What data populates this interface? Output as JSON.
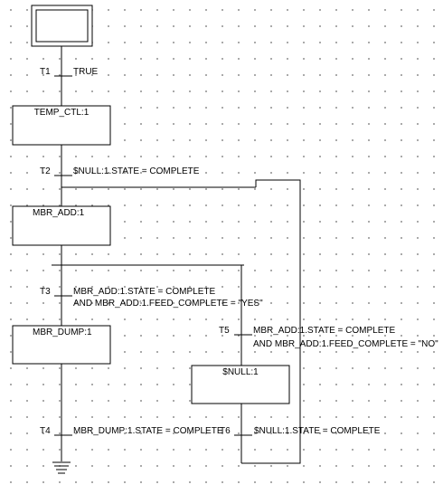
{
  "initial_step": {
    "label": ""
  },
  "steps": [
    {
      "id": "temp_ctl",
      "label": "TEMP_CTL:1"
    },
    {
      "id": "mbr_add",
      "label": "MBR_ADD:1"
    },
    {
      "id": "mbr_dump",
      "label": "MBR_DUMP:1"
    },
    {
      "id": "null_step",
      "label": "$NULL:1"
    }
  ],
  "transitions": [
    {
      "id": "t1",
      "name": "T1",
      "condition": [
        "TRUE"
      ]
    },
    {
      "id": "t2",
      "name": "T2",
      "condition": [
        "$NULL:1.STATE = COMPLETE"
      ]
    },
    {
      "id": "t3",
      "name": "T3",
      "condition": [
        "MBR_ADD:1.STATE = COMPLETE",
        "AND MBR_ADD:1.FEED_COMPLETE = \"YES\""
      ]
    },
    {
      "id": "t5",
      "name": "T5",
      "condition": [
        "MBR_ADD:1.STATE = COMPLETE",
        "AND MBR_ADD:1.FEED_COMPLETE = \"NO\""
      ]
    },
    {
      "id": "t4",
      "name": "T4",
      "condition": [
        "MBR_DUMP:1.STATE = COMPLETE"
      ]
    },
    {
      "id": "t6",
      "name": "T6",
      "condition": [
        "$NULL:1.STATE = COMPLETE"
      ]
    }
  ]
}
